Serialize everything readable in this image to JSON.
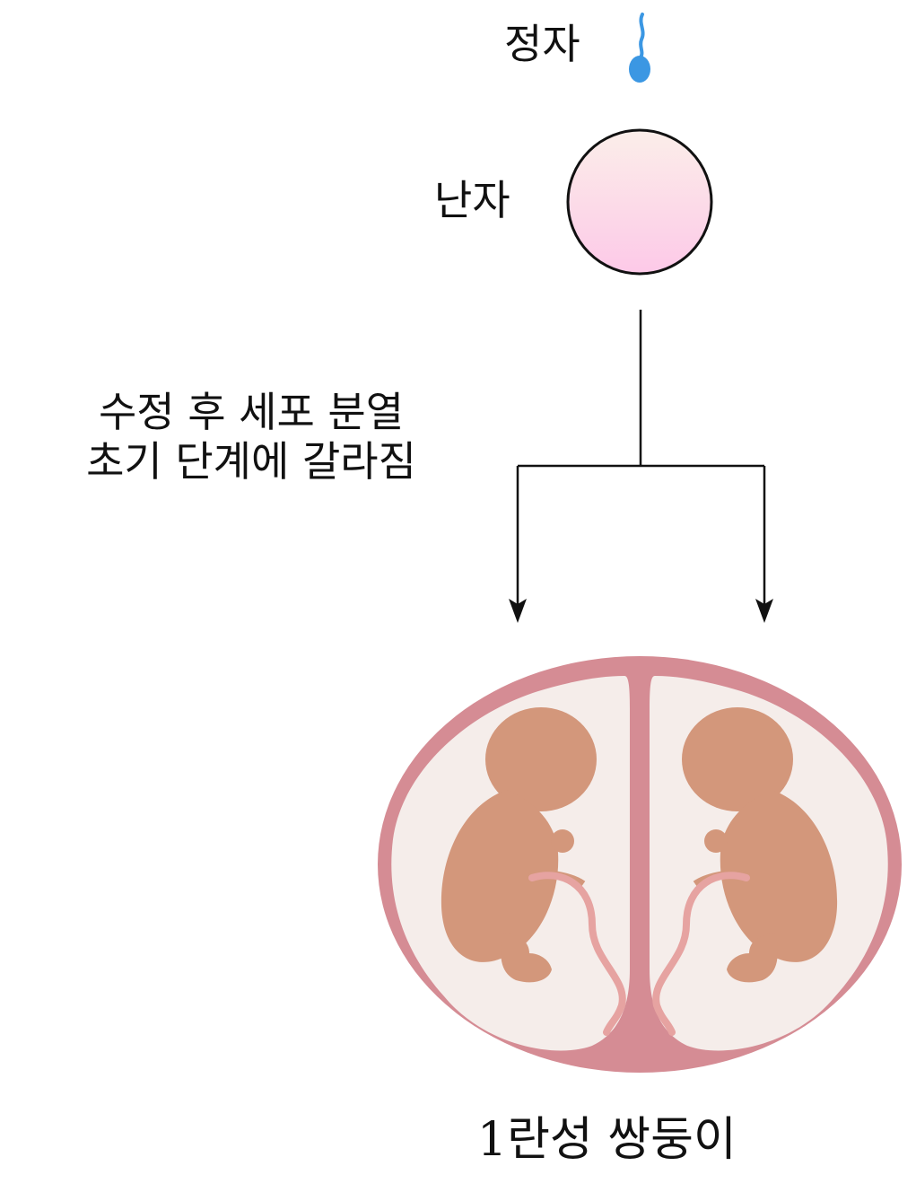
{
  "labels": {
    "sperm": "정자",
    "egg": "난자",
    "division_line1": "수정 후 세포 분열",
    "division_line2": "초기 단계에 갈라짐",
    "twins": "1란성 쌍둥이"
  },
  "colors": {
    "sperm": "#3b97e3",
    "egg_fill_top": "#fbeee9",
    "egg_fill_bottom": "#fdc9e8",
    "chorion": "#d58c94",
    "amnion": "#f5edea",
    "fetus": "#d3977b",
    "cord": "#e6a3a1",
    "line": "#111111"
  },
  "icons": {
    "sperm": "sperm-icon",
    "egg": "egg-cell-icon",
    "twins": "twin-fetuses-in-shared-placenta-icon"
  }
}
